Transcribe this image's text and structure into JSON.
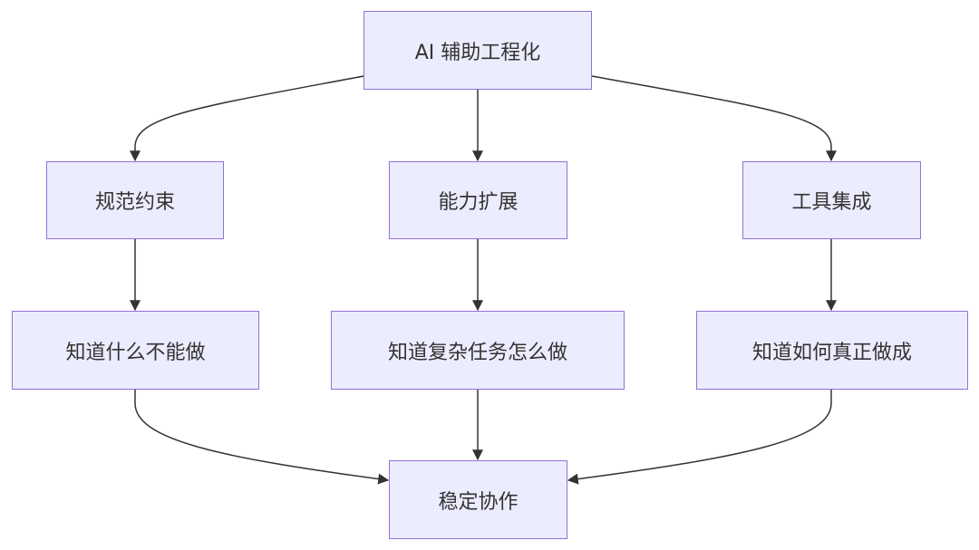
{
  "diagram": {
    "type": "flowchart",
    "colors": {
      "node_fill": "#ececff",
      "node_border": "#9370db",
      "edge": "#333333",
      "text": "#333333"
    },
    "nodes": {
      "root": "AI 辅助工程化",
      "rules": "规范约束",
      "capability": "能力扩展",
      "tools": "工具集成",
      "know_limits": "知道什么不能做",
      "know_complex": "知道复杂任务怎么做",
      "know_done": "知道如何真正做成",
      "final": "稳定协作"
    },
    "edges": [
      {
        "from": "root",
        "to": "rules"
      },
      {
        "from": "root",
        "to": "capability"
      },
      {
        "from": "root",
        "to": "tools"
      },
      {
        "from": "rules",
        "to": "know_limits"
      },
      {
        "from": "capability",
        "to": "know_complex"
      },
      {
        "from": "tools",
        "to": "know_done"
      },
      {
        "from": "know_limits",
        "to": "final"
      },
      {
        "from": "know_complex",
        "to": "final"
      },
      {
        "from": "know_done",
        "to": "final"
      }
    ]
  }
}
